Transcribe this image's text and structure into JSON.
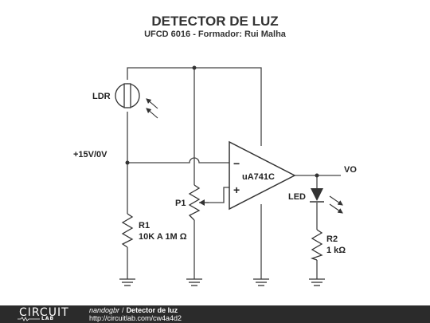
{
  "title": "DETECTOR DE LUZ",
  "subtitle": "UFCD 6016 - Formador: Rui Malha",
  "labels": {
    "ldr": "LDR",
    "supply": "+15V/0V",
    "r1_name": "R1",
    "r1_value": "10K A 1M Ω",
    "p1": "P1",
    "opamp": "uA741C",
    "minus": "−",
    "plus": "+",
    "output": "VO",
    "led": "LED",
    "r2_name": "R2",
    "r2_value": "1 kΩ"
  },
  "footer": {
    "logo_main": "CIRCUIT",
    "logo_sub": "LAB",
    "author": "nandogbr",
    "separator": "/",
    "circuit_title": "Detector de luz",
    "url": "http://circuitlab.com/cw4a4d2"
  },
  "colors": {
    "wire": "#444444",
    "component": "#333333",
    "footer_bg": "#2b2b2b"
  }
}
